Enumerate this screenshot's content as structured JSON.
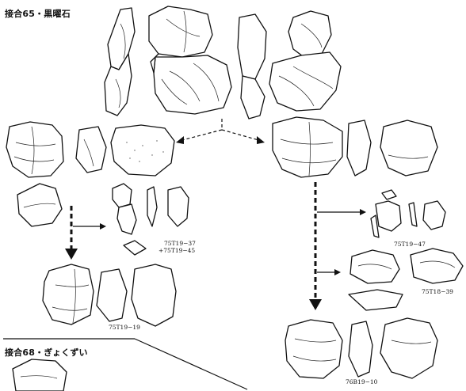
{
  "headings": {
    "refit_65": "接合65・黒曜石",
    "refit_68": "接合68・ぎょくずい"
  },
  "labels": {
    "l_75T19_37": "75T19−37",
    "l_75T19_45": "+75T19−45",
    "l_75T19_19": "75T19−19",
    "l_75T19_47": "75T19−47",
    "l_75T18_39": "75T18−39",
    "l_76B19_10": "76B19−10"
  }
}
